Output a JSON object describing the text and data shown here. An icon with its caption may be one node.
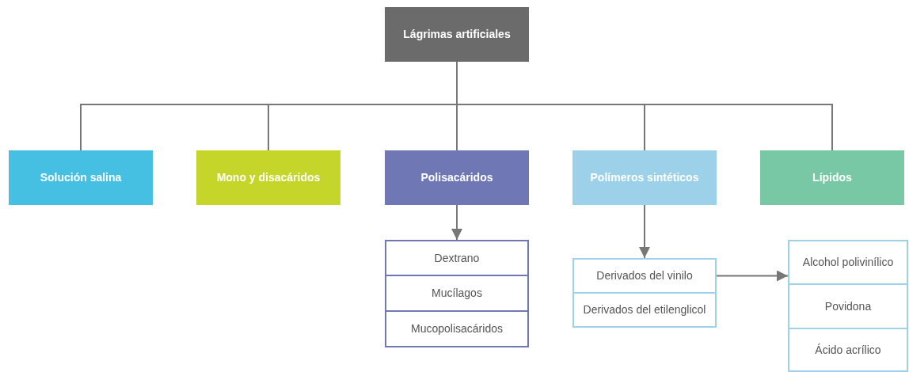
{
  "diagram": {
    "nodes": [
      {
        "text": [
          "Lágrimas artificiales"
        ]
      },
      {
        "text": [
          "Solución salina"
        ]
      },
      {
        "text": [
          "Mono y disacáridos"
        ]
      },
      {
        "text": [
          "Polisacáridos"
        ]
      },
      {
        "text": [
          "Polímeros sintéticos"
        ]
      },
      {
        "text": [
          "Lípidos"
        ]
      },
      {
        "text": [
          "Dextrano"
        ]
      },
      {
        "text": [
          "Mucílagos"
        ]
      },
      {
        "text": [
          "Mucopolisacáridos"
        ]
      },
      {
        "text": [
          "Derivados del vinilo"
        ]
      },
      {
        "text": [
          "Derivados del etilenglicol"
        ]
      },
      {
        "text": [
          "Alcohol polivinílico"
        ]
      },
      {
        "text": [
          "Povidona"
        ]
      },
      {
        "text": [
          "Ácido acrílico"
        ]
      }
    ],
    "edges": [
      {
        "from": 0,
        "to": 1,
        "arrow": "none"
      },
      {
        "from": 0,
        "to": 2,
        "arrow": "none"
      },
      {
        "from": 0,
        "to": 3,
        "arrow": "none"
      },
      {
        "from": 0,
        "to": 4,
        "arrow": "none"
      },
      {
        "from": 0,
        "to": 5,
        "arrow": "none"
      },
      {
        "from": 3,
        "to": 6,
        "arrow": "to"
      },
      {
        "from": 4,
        "to": 9,
        "arrow": "to"
      },
      {
        "from": 9,
        "to": 11,
        "arrow": "to"
      }
    ]
  }
}
